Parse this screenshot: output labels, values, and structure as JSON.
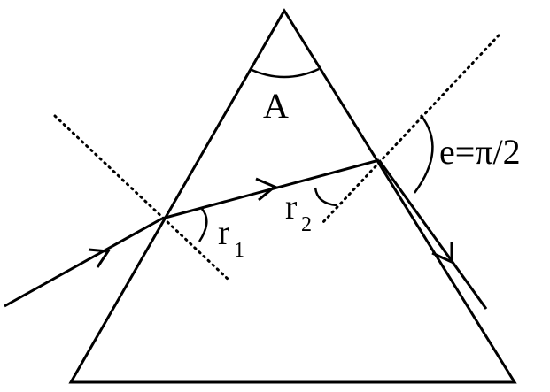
{
  "labels": {
    "apex_angle": "A",
    "refraction_angle_1": "r",
    "refraction_angle_1_sub": "1",
    "refraction_angle_2": "r",
    "refraction_angle_2_sub": "2",
    "emergence_angle": "e=π/2"
  },
  "colors": {
    "ink": "#000000",
    "background": "#ffffff"
  }
}
